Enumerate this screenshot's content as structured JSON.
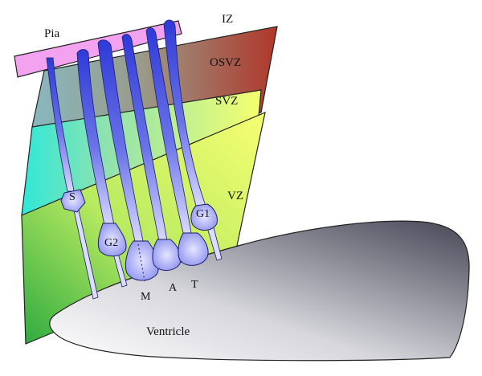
{
  "labels": {
    "pia": "Pia",
    "iz": "IZ",
    "osvz": "OSVZ",
    "svz": "SVZ",
    "vz": "VZ",
    "ventricle": "Ventricle",
    "cell_s": "S",
    "cell_g2": "G2",
    "cell_g1": "G1",
    "cell_m": "M",
    "cell_a": "A",
    "cell_t": "T"
  },
  "colors": {
    "pia": "#f2a2ef",
    "iz_osvz_light": "#8fb0b0",
    "iz_osvz_dark": "#b0372a",
    "svz_left": "#2fe6d3",
    "svz_right": "#f5ff6e",
    "vz_left": "#39b83f",
    "vz_right": "#f5ff70",
    "ventricle_light": "#f3f3f5",
    "ventricle_dark": "#4a4a5a",
    "cell_dark": "#3b46d8",
    "cell_light": "#dcdcff"
  }
}
